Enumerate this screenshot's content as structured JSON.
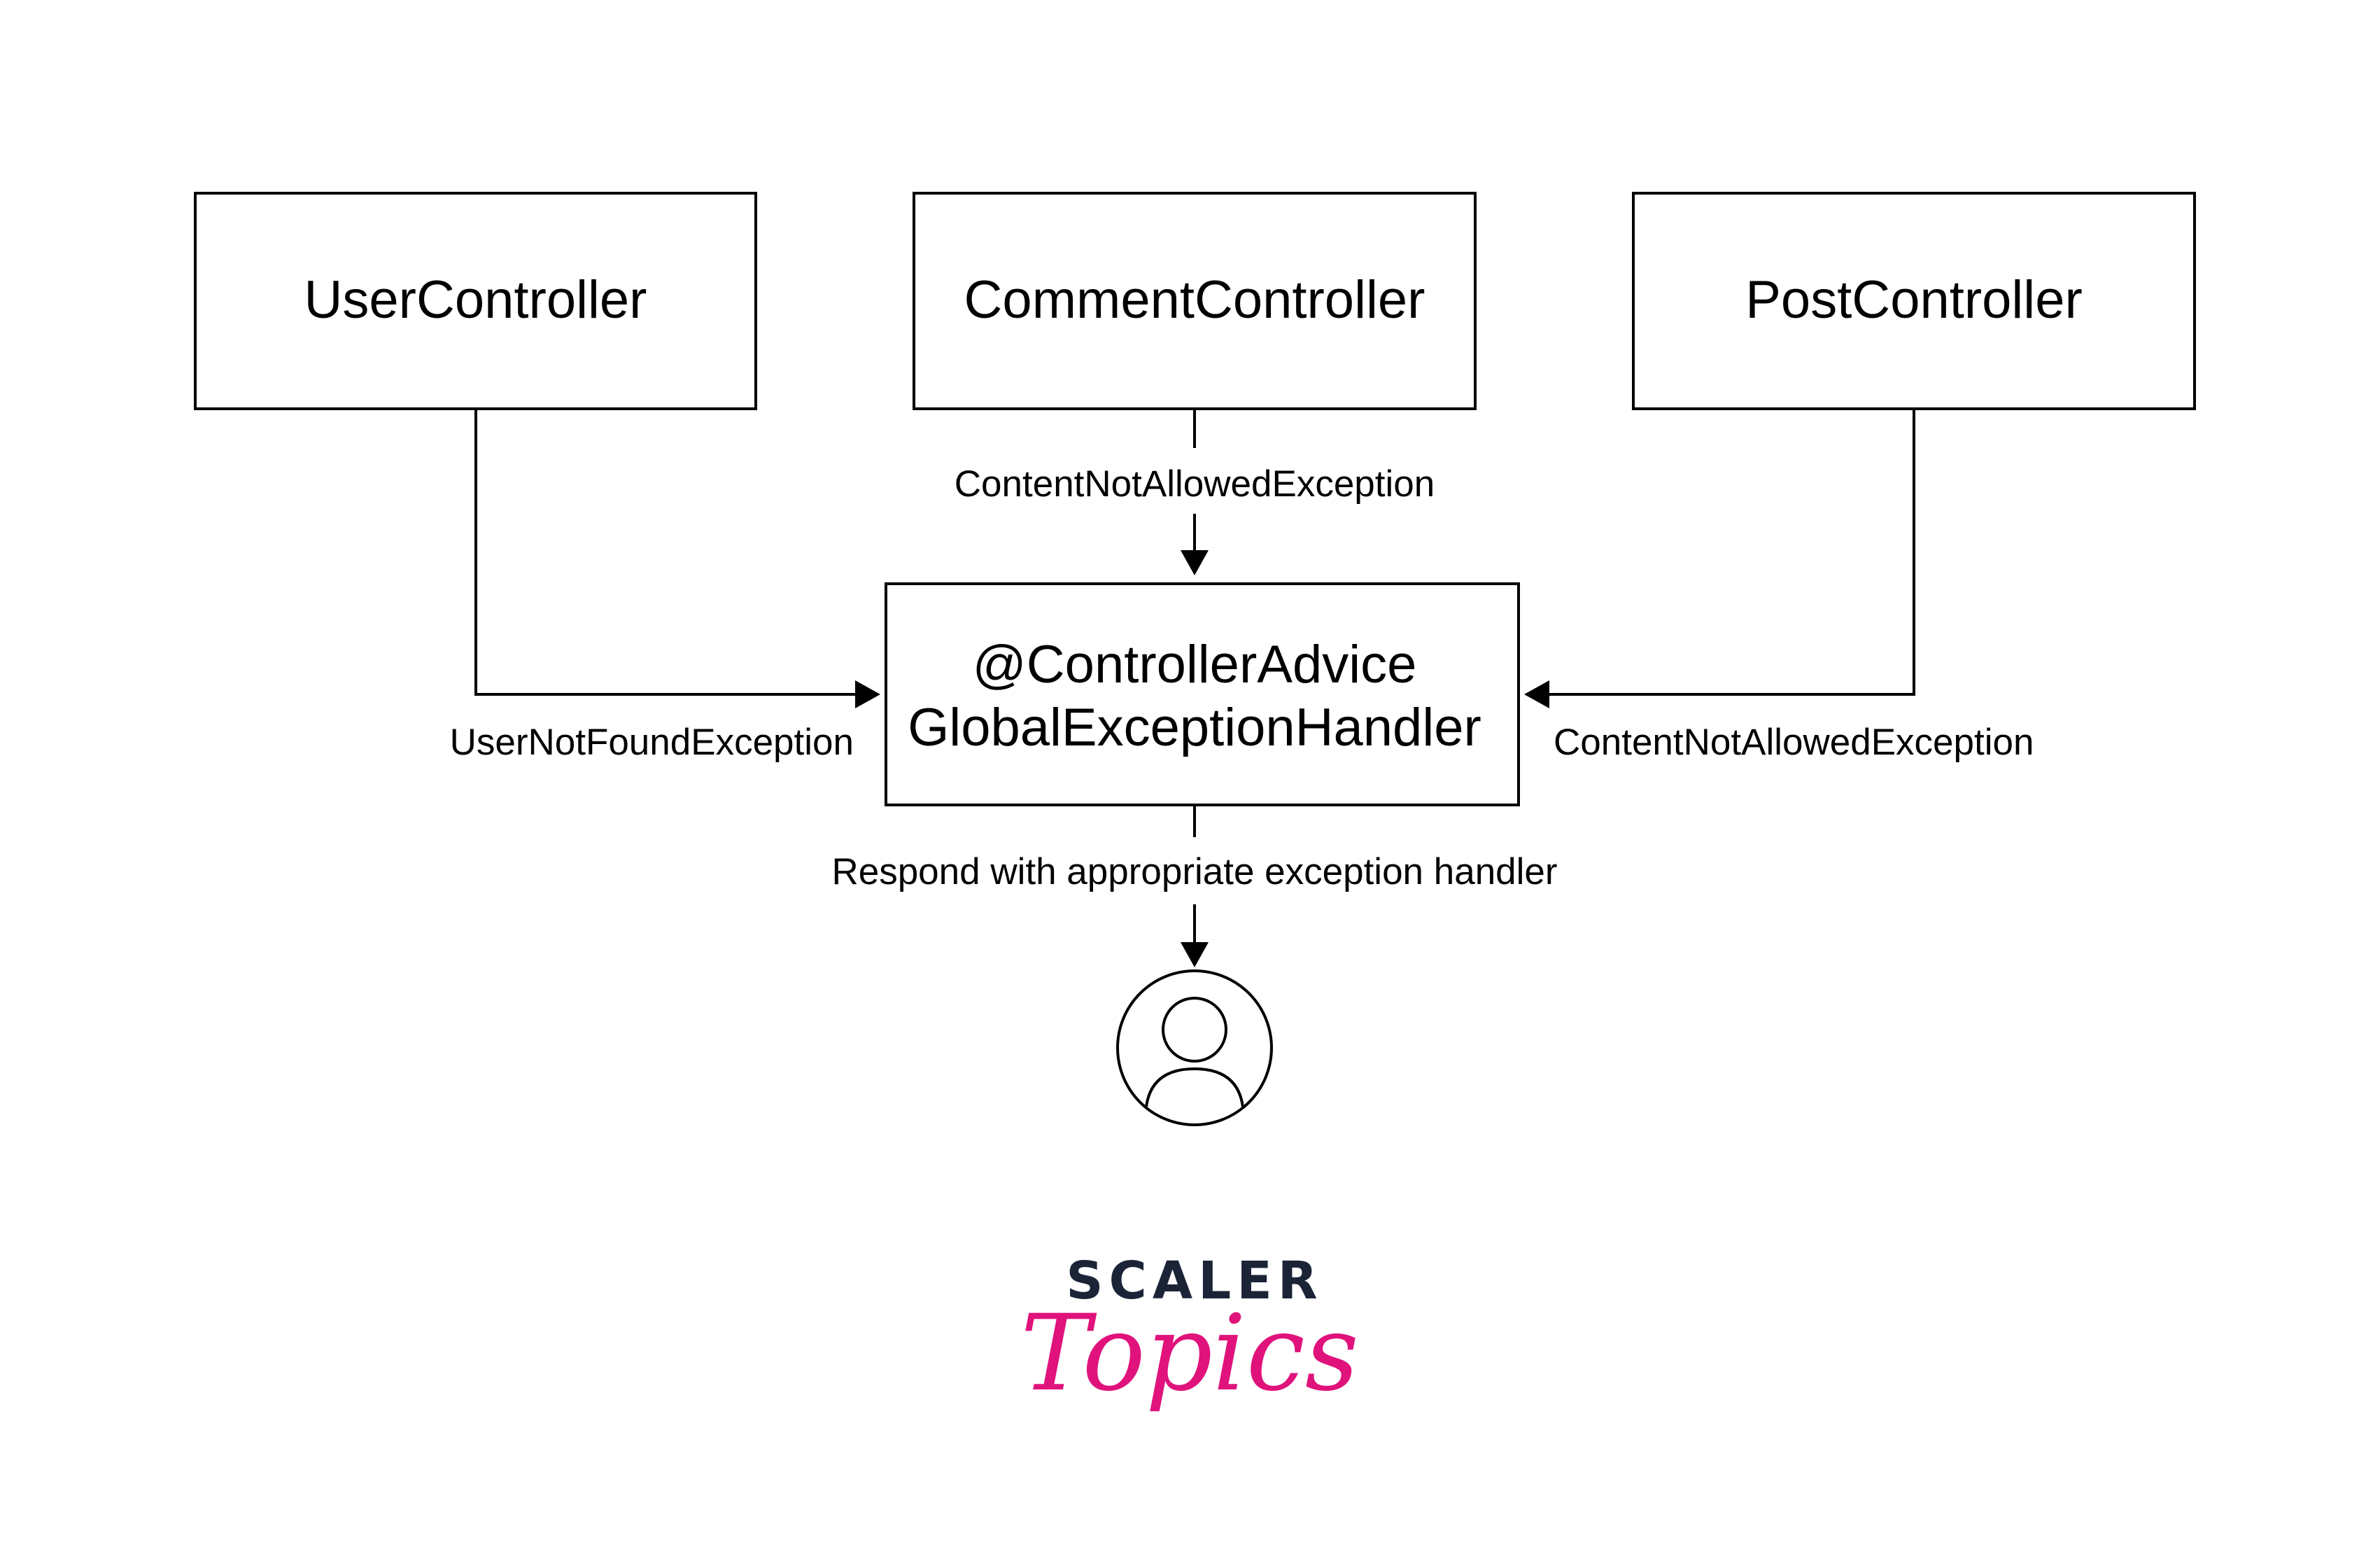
{
  "nodes": {
    "user_controller": "UserController",
    "comment_controller": "CommentController",
    "post_controller": "PostController",
    "handler_line1": "@ControllerAdvice",
    "handler_line2": "GlobalExceptionHandler"
  },
  "edges": {
    "user_to_handler": "UserNotFoundException",
    "comment_to_handler": "ContentNotAllowedException",
    "post_to_handler": "ContentNotAllowedException",
    "handler_to_user": "Respond with appropriate exception handler"
  },
  "icons": {
    "client": "user-avatar-icon"
  },
  "logo": {
    "line1": "SCALER",
    "line2": "Topics",
    "colors": {
      "line1": "#1b2437",
      "line2": "#e0127c"
    }
  },
  "colors": {
    "stroke": "#000000",
    "background": "#ffffff"
  }
}
